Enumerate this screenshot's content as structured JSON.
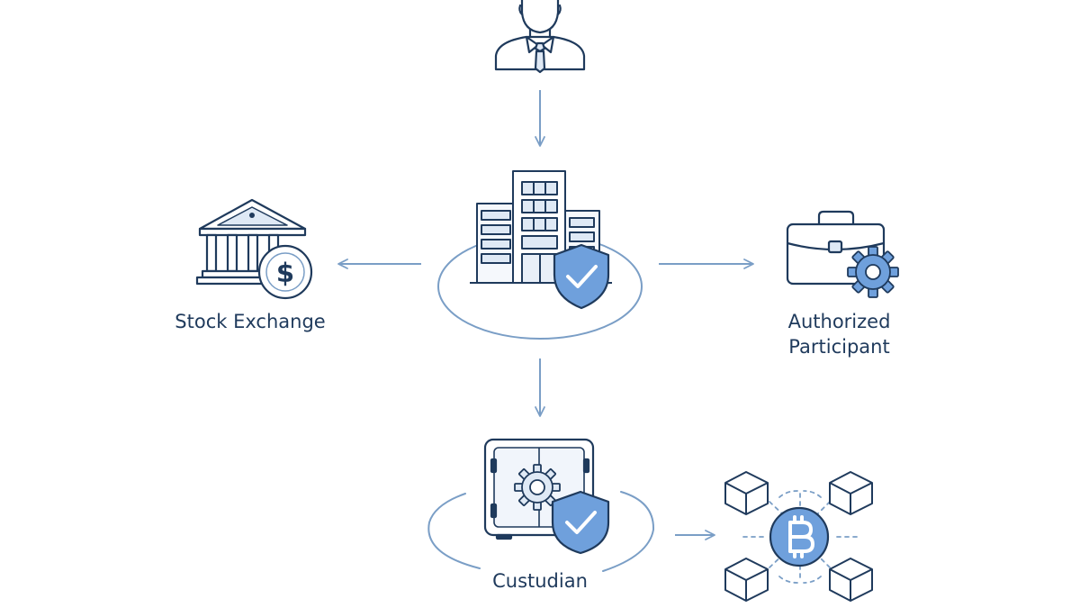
{
  "nodes": {
    "investor": {
      "icon": "investor-person-icon"
    },
    "fund": {
      "icon": "office-building-icon",
      "badge": "shield-check-icon"
    },
    "stock_exchange": {
      "label": "Stock Exchange",
      "icon": "bank-building-icon",
      "badge": "dollar-coin-icon"
    },
    "authorized_participant": {
      "label": "Authorized\nParticipant",
      "icon": "briefcase-icon",
      "badge": "gear-icon"
    },
    "custodian": {
      "label": "Custudian",
      "icon": "vault-safe-icon",
      "badge": "shield-check-icon"
    },
    "bitcoin_network": {
      "icon": "bitcoin-coin-icon",
      "blocks": [
        "cube-icon",
        "cube-icon",
        "cube-icon",
        "cube-icon"
      ]
    }
  },
  "colors": {
    "line": "#7a9ec6",
    "dark": "#1f3a5c",
    "accent_fill": "#6fa0dc",
    "light_fill": "#dfe9f5",
    "bitcoin_symbol": "#ffffff"
  }
}
